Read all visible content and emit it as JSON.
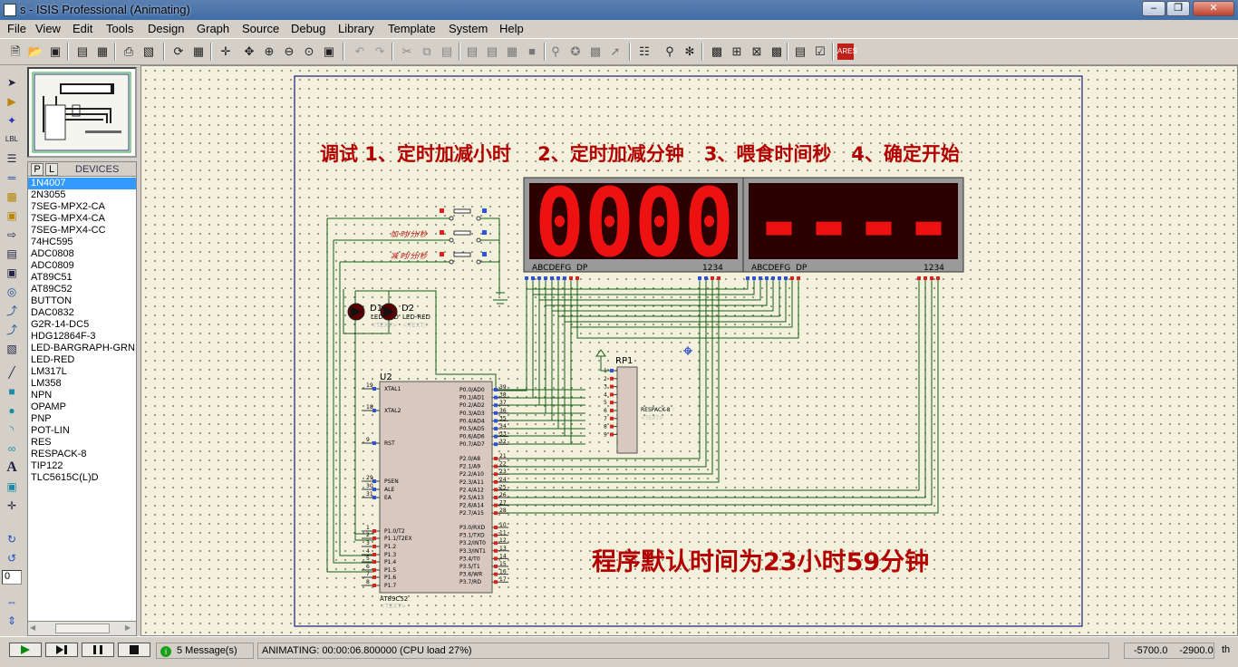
{
  "app": {
    "title": "s - ISIS Professional (Animating)"
  },
  "menu": [
    "File",
    "View",
    "Edit",
    "Tools",
    "Design",
    "Graph",
    "Source",
    "Debug",
    "Library",
    "Template",
    "System",
    "Help"
  ],
  "devices": {
    "tab_p": "P",
    "tab_l": "L",
    "title": "DEVICES",
    "selected": "1N4007",
    "items": [
      "1N4007",
      "2N3055",
      "7SEG-MPX2-CA",
      "7SEG-MPX4-CA",
      "7SEG-MPX4-CC",
      "74HC595",
      "ADC0808",
      "ADC0809",
      "AT89C51",
      "AT89C52",
      "BUTTON",
      "DAC0832",
      "G2R-14-DC5",
      "HDG12864F-3",
      "LED-BARGRAPH-GRN",
      "LED-RED",
      "LM317L",
      "LM358",
      "NPN",
      "OPAMP",
      "PNP",
      "POT-LIN",
      "RES",
      "RESPACK-8",
      "TIP122",
      "TLC5615C(L)D"
    ]
  },
  "rotation_value": "0",
  "schematic": {
    "heading": "调试 1、定时加减小时    2、定时加减分钟   3、喂食时间秒   4、确定开始",
    "note": "程序默认时间为23小时59分钟",
    "display1": {
      "digits": "0000",
      "pins": "ABCDEFG  DP",
      "common": "1234"
    },
    "display2": {
      "digits": "----",
      "pins": "ABCDEFG  DP",
      "common": "1234"
    },
    "button_labels": [
      "加 时/分/秒",
      "减 时/分/秒"
    ],
    "led1": {
      "ref": "D1",
      "type": "LED-RED"
    },
    "led2": {
      "ref": "D2",
      "type": "LED-RED"
    },
    "text_placeholder": "<TEXT>",
    "mcu": {
      "ref": "U2",
      "part": "AT89C52",
      "left_pins": [
        {
          "num": "19",
          "name": "XTAL1"
        },
        {
          "num": "18",
          "name": "XTAL2"
        },
        {
          "num": "9",
          "name": "RST"
        },
        {
          "num": "29",
          "name": "PSEN"
        },
        {
          "num": "30",
          "name": "ALE"
        },
        {
          "num": "31",
          "name": "EA"
        },
        {
          "num": "1",
          "name": "P1.0/T2"
        },
        {
          "num": "2",
          "name": "P1.1/T2EX"
        },
        {
          "num": "3",
          "name": "P1.2"
        },
        {
          "num": "4",
          "name": "P1.3"
        },
        {
          "num": "5",
          "name": "P1.4"
        },
        {
          "num": "6",
          "name": "P1.5"
        },
        {
          "num": "7",
          "name": "P1.6"
        },
        {
          "num": "8",
          "name": "P1.7"
        }
      ],
      "right_pins": [
        {
          "num": "39",
          "name": "P0.0/AD0"
        },
        {
          "num": "38",
          "name": "P0.1/AD1"
        },
        {
          "num": "37",
          "name": "P0.2/AD2"
        },
        {
          "num": "36",
          "name": "P0.3/AD3"
        },
        {
          "num": "35",
          "name": "P0.4/AD4"
        },
        {
          "num": "34",
          "name": "P0.5/AD5"
        },
        {
          "num": "33",
          "name": "P0.6/AD6"
        },
        {
          "num": "32",
          "name": "P0.7/AD7"
        },
        {
          "num": "21",
          "name": "P2.0/A8"
        },
        {
          "num": "22",
          "name": "P2.1/A9"
        },
        {
          "num": "23",
          "name": "P2.2/A10"
        },
        {
          "num": "24",
          "name": "P2.3/A11"
        },
        {
          "num": "25",
          "name": "P2.4/A12"
        },
        {
          "num": "26",
          "name": "P2.5/A13"
        },
        {
          "num": "27",
          "name": "P2.6/A14"
        },
        {
          "num": "28",
          "name": "P2.7/A15"
        },
        {
          "num": "10",
          "name": "P3.0/RXD"
        },
        {
          "num": "11",
          "name": "P3.1/TXD"
        },
        {
          "num": "12",
          "name": "P3.2/INT0"
        },
        {
          "num": "13",
          "name": "P3.3/INT1"
        },
        {
          "num": "14",
          "name": "P3.4/T0"
        },
        {
          "num": "15",
          "name": "P3.5/T1"
        },
        {
          "num": "16",
          "name": "P3.6/WR"
        },
        {
          "num": "17",
          "name": "P3.7/RD"
        }
      ]
    },
    "respack": {
      "ref": "RP1",
      "type": "RESPACK-8",
      "pins": [
        "1",
        "2",
        "3",
        "4",
        "5",
        "6",
        "7",
        "8",
        "9"
      ]
    }
  },
  "status": {
    "messages": "5 Message(s)",
    "animating": "ANIMATING: 00:00:06.800000 (CPU load 27%)",
    "coord_x": "-5700.0",
    "coord_y": "-2900.0",
    "unit": "th"
  },
  "colors": {
    "accent_red": "#b30000",
    "wire": "#1a5a1a",
    "sheet_border": "#1a1a8a",
    "canvas_bg": "#f3f1dc"
  }
}
